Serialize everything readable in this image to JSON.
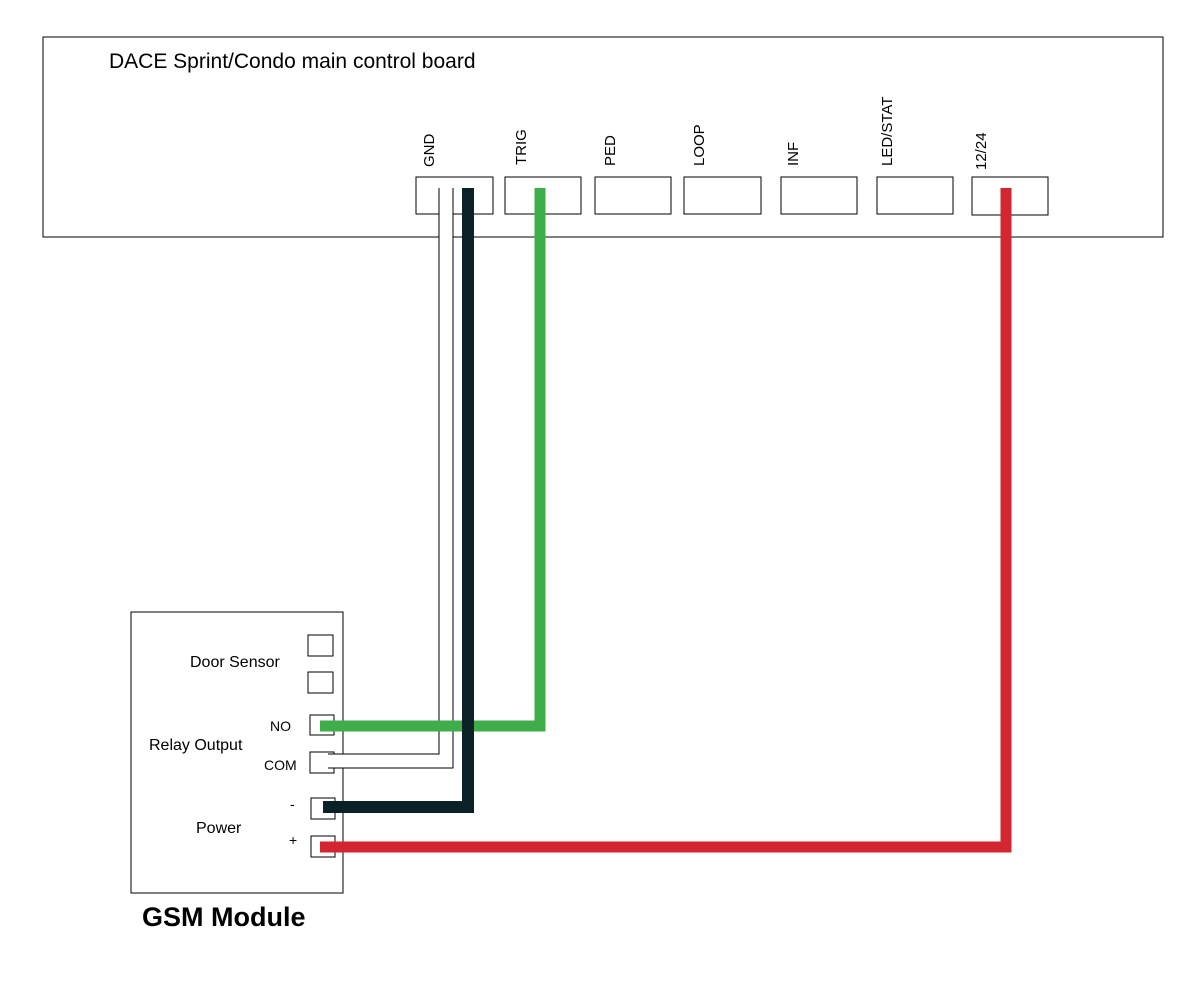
{
  "main_board": {
    "title": "DACE Sprint/Condo main control board",
    "terminals": [
      {
        "label": "GND"
      },
      {
        "label": "TRIG"
      },
      {
        "label": "PED"
      },
      {
        "label": "LOOP"
      },
      {
        "label": "INF"
      },
      {
        "label": "LED/STAT"
      },
      {
        "label": "12/24"
      }
    ]
  },
  "gsm_module": {
    "title": "GSM Module",
    "groups": {
      "door_sensor": "Door Sensor",
      "relay_output": "Relay Output",
      "power": "Power"
    },
    "pins": {
      "no": "NO",
      "com": "COM",
      "minus": "-",
      "plus": "+"
    }
  },
  "wires": [
    {
      "from": "GND",
      "to": "COM",
      "color": "#ffffff"
    },
    {
      "from": "GND",
      "to": "-",
      "color": "#0a2226"
    },
    {
      "from": "TRIG",
      "to": "NO",
      "color": "#3fae4a"
    },
    {
      "from": "12/24",
      "to": "+",
      "color": "#d32630"
    }
  ]
}
